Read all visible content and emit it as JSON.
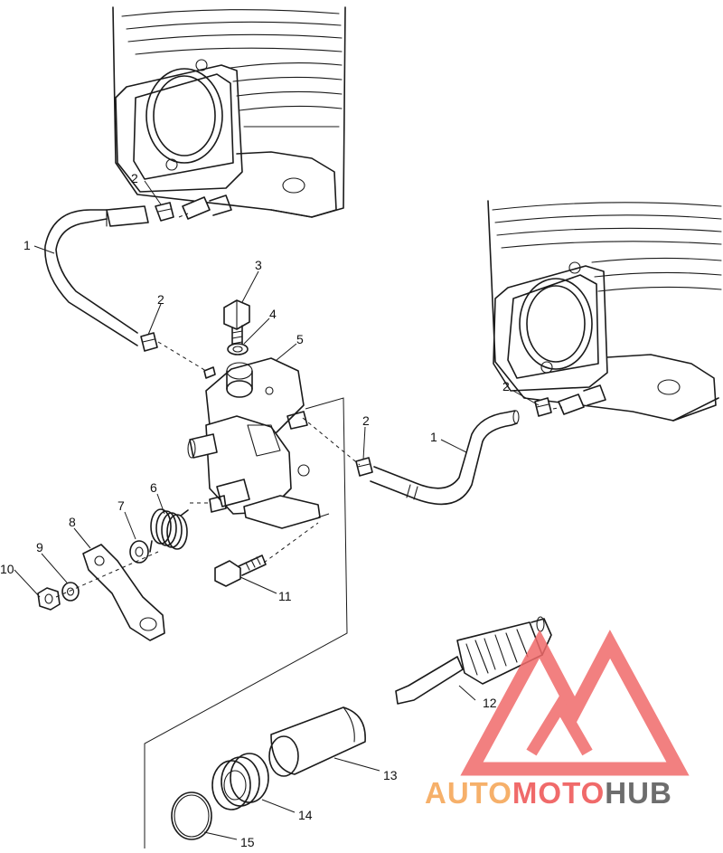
{
  "callouts": [
    {
      "id": "c1a",
      "text": "1"
    },
    {
      "id": "c1b",
      "text": "1"
    },
    {
      "id": "c2a",
      "text": "2"
    },
    {
      "id": "c2b",
      "text": "2"
    },
    {
      "id": "c2c",
      "text": "2"
    },
    {
      "id": "c2d",
      "text": "2"
    },
    {
      "id": "c3",
      "text": "3"
    },
    {
      "id": "c4",
      "text": "4"
    },
    {
      "id": "c5",
      "text": "5"
    },
    {
      "id": "c6",
      "text": "6"
    },
    {
      "id": "c7",
      "text": "7"
    },
    {
      "id": "c8",
      "text": "8"
    },
    {
      "id": "c9",
      "text": "9"
    },
    {
      "id": "c10",
      "text": "10"
    },
    {
      "id": "c11",
      "text": "11"
    },
    {
      "id": "c12",
      "text": "12"
    },
    {
      "id": "c13",
      "text": "13"
    },
    {
      "id": "c14",
      "text": "14"
    },
    {
      "id": "c15",
      "text": "15"
    }
  ],
  "watermark": {
    "part1": "AUTO",
    "part2": "MOTO",
    "part3": "HUB",
    "color_orange": "#f6b06a",
    "color_red": "#f06a6a",
    "color_gray": "#6d6d6d"
  },
  "colors": {
    "line": "#1a1a1a",
    "background": "#ffffff"
  }
}
